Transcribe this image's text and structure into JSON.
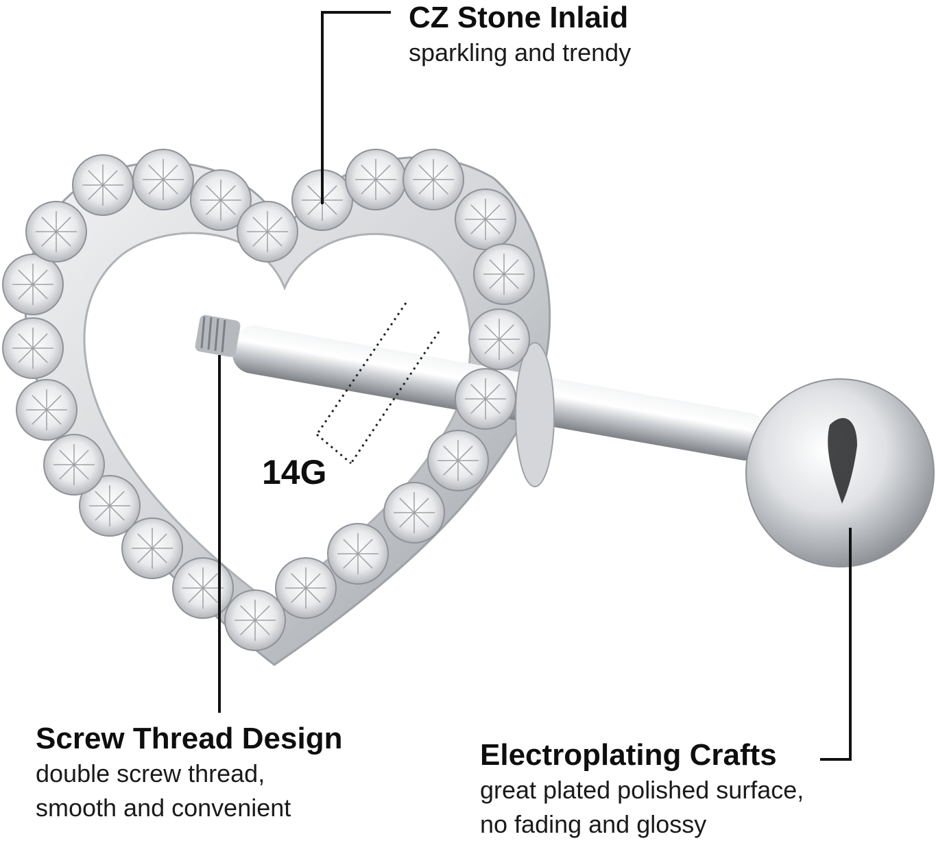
{
  "callouts": {
    "cz": {
      "title": "CZ Stone Inlaid",
      "desc": "sparkling and trendy"
    },
    "screw": {
      "title": "Screw Thread Design",
      "desc_line1": "double screw thread,",
      "desc_line2": "smooth and convenient"
    },
    "electro": {
      "title": "Electroplating Crafts",
      "desc_line1": "great plated polished surface,",
      "desc_line2": "no fading and glossy"
    }
  },
  "gauge_label": "14G",
  "colors": {
    "text": "#111111",
    "metal": "#c7cacd",
    "background": "#ffffff"
  }
}
